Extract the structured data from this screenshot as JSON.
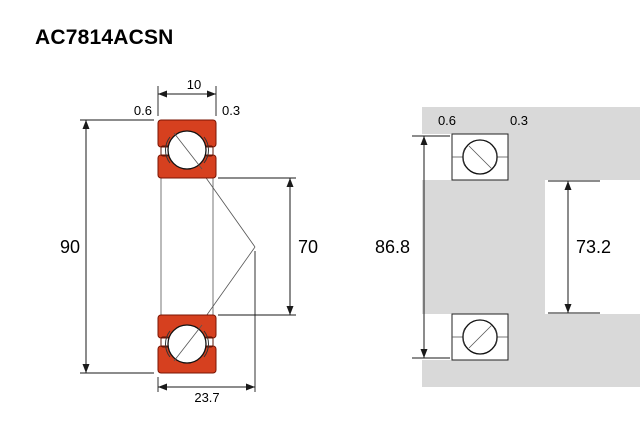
{
  "title": "AC7814ACSN",
  "colors": {
    "ring_red": "#d6401f",
    "ring_red_border": "#7a1403",
    "steel_gray": "#d9d9d9",
    "line_black": "#1a1a1a"
  },
  "left_view": {
    "description": "bearing cross-section view",
    "dims": {
      "width": "10",
      "chamfer_left": "0.6",
      "chamfer_right": "0.3",
      "outer_diameter": "90",
      "bore_diameter": "70",
      "contact_point_width": "23.7"
    }
  },
  "right_view": {
    "description": "mounted bearing abutment view",
    "dims": {
      "chamfer_left": "0.6",
      "chamfer_right": "0.3",
      "housing_abutment_diameter": "86.8",
      "shaft_abutment_diameter": "73.2"
    }
  }
}
